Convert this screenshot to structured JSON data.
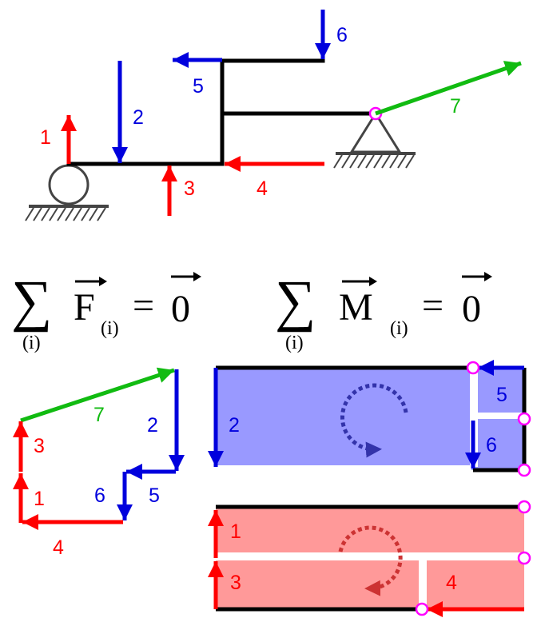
{
  "colors": {
    "red": "#ff0000",
    "blue": "#0000dd",
    "green": "#11bb11",
    "black": "#000000",
    "pink": "#ff00ff",
    "blue_fill": "#9999ff",
    "red_fill": "#ff9999",
    "hatch": "#444444",
    "moment_blue": "#3333aa",
    "moment_red": "#cc3333"
  },
  "force_labels": {
    "f1": "1",
    "f2": "2",
    "f3": "3",
    "f4": "4",
    "f5": "5",
    "f6": "6",
    "f7": "7"
  },
  "equations": {
    "sum_symbol": "∑",
    "index": "(i)",
    "force_symbol": "F",
    "moment_symbol": "M",
    "equals": "=",
    "zero": "0"
  },
  "polygon_labels": {
    "p1": "1",
    "p2": "2",
    "p3": "3",
    "p4": "4",
    "p5": "5",
    "p6": "6",
    "p7": "7"
  },
  "moment_blue_labels": {
    "f2": "2",
    "f5": "5",
    "f6": "6"
  },
  "moment_red_labels": {
    "f1": "1",
    "f3": "3",
    "f4": "4"
  }
}
